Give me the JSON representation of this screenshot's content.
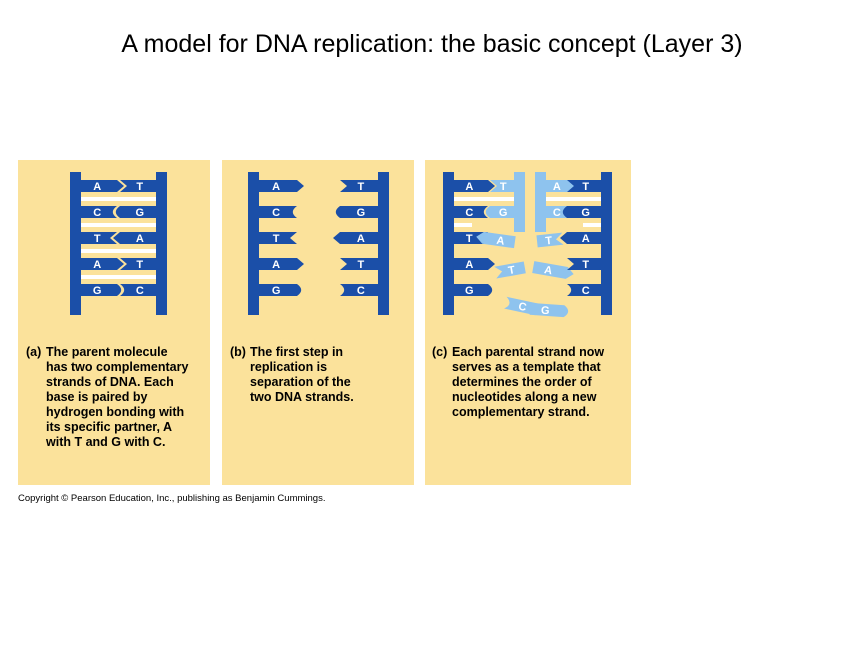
{
  "title": "A model for DNA replication: the basic concept (Layer 3)",
  "colors": {
    "panel_bg": "#fbe29b",
    "parental_strand": "#1b4fa8",
    "new_strand": "#8ec3ee",
    "rung": "#ffffff"
  },
  "panels": [
    {
      "letter": "(a)",
      "caption": [
        "The parent molecule",
        "has two complementary",
        "strands of DNA. Each",
        "base is paired by",
        "hydrogen bonding with",
        "its specific partner, A",
        "with T and G with C."
      ],
      "left_bases": [
        "A",
        "C",
        "T",
        "A",
        "G"
      ],
      "right_bases": [
        "T",
        "G",
        "A",
        "T",
        "C"
      ]
    },
    {
      "letter": "(b)",
      "caption": [
        "The first step in",
        "replication is",
        "separation of the",
        "two DNA strands."
      ],
      "left_bases": [
        "A",
        "C",
        "T",
        "A",
        "G"
      ],
      "right_bases": [
        "T",
        "G",
        "A",
        "T",
        "C"
      ]
    },
    {
      "letter": "(c)",
      "caption": [
        "Each parental strand now",
        "serves as a template that",
        "determines the order of",
        "nucleotides along a new",
        "complementary strand."
      ],
      "left_bases": [
        "A",
        "C",
        "T",
        "A",
        "G"
      ],
      "new_left_bases": [
        "T",
        "G",
        "A",
        "T",
        "C"
      ],
      "new_right_bases": [
        "A",
        "C",
        "T",
        "A",
        "G"
      ],
      "right_bases": [
        "T",
        "G",
        "A",
        "T",
        "C"
      ]
    }
  ],
  "copyright": "Copyright © Pearson Education, Inc., publishing as Benjamin Cummings."
}
